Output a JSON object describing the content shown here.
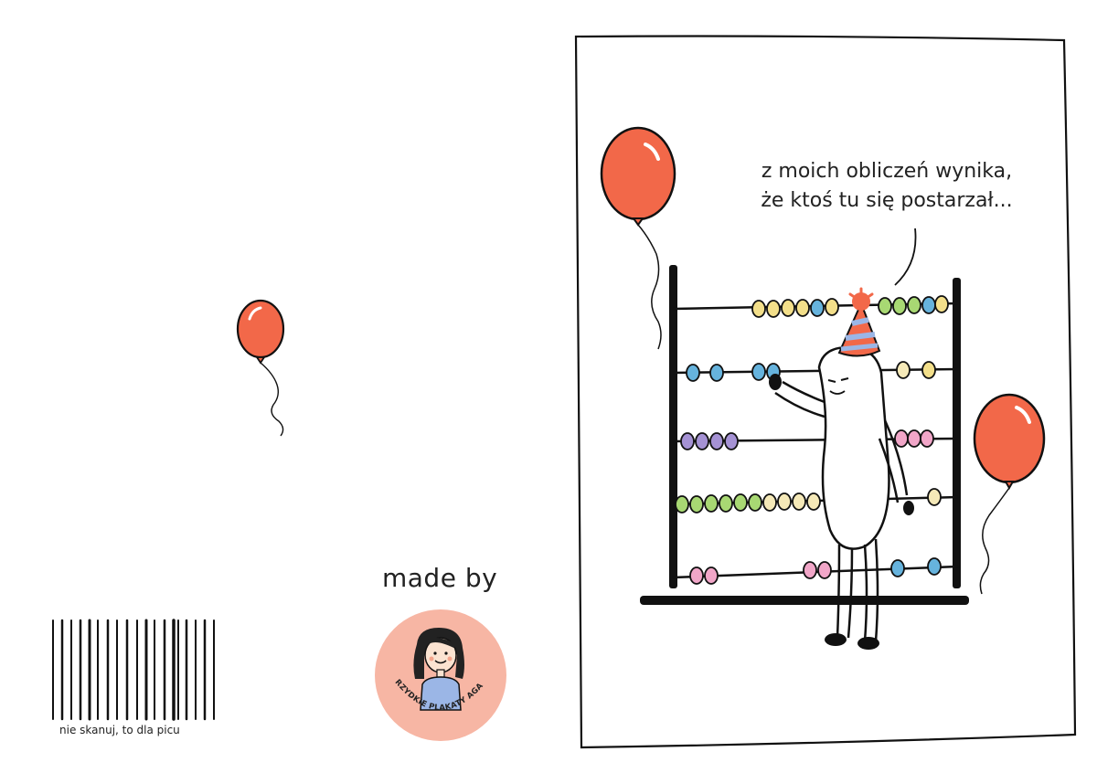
{
  "card": {
    "speech_line_1": "z moich obliczeń wynika,",
    "speech_line_2": "że ktoś tu się postarzał..."
  },
  "back": {
    "made_by": "made by",
    "logo_text": "BRZYDKIE PLAKATY AGATY",
    "barcode_caption": "nie skanuj, to dla picu"
  },
  "colors": {
    "balloon": "#f26849",
    "logo_bg": "#f7b6a4",
    "hat": "#f26849",
    "hat_stripe": "#9bb6e6",
    "bead_yellow": "#f3df8a",
    "bead_blue": "#66b3dd",
    "bead_purple": "#a592d4",
    "bead_green": "#a8d873",
    "bead_pink": "#f1a6c8",
    "bead_cream": "#f5e9b8"
  },
  "icons": [
    "balloon-icon",
    "abacus-icon",
    "party-hat-icon",
    "barcode-icon",
    "avatar-icon"
  ]
}
